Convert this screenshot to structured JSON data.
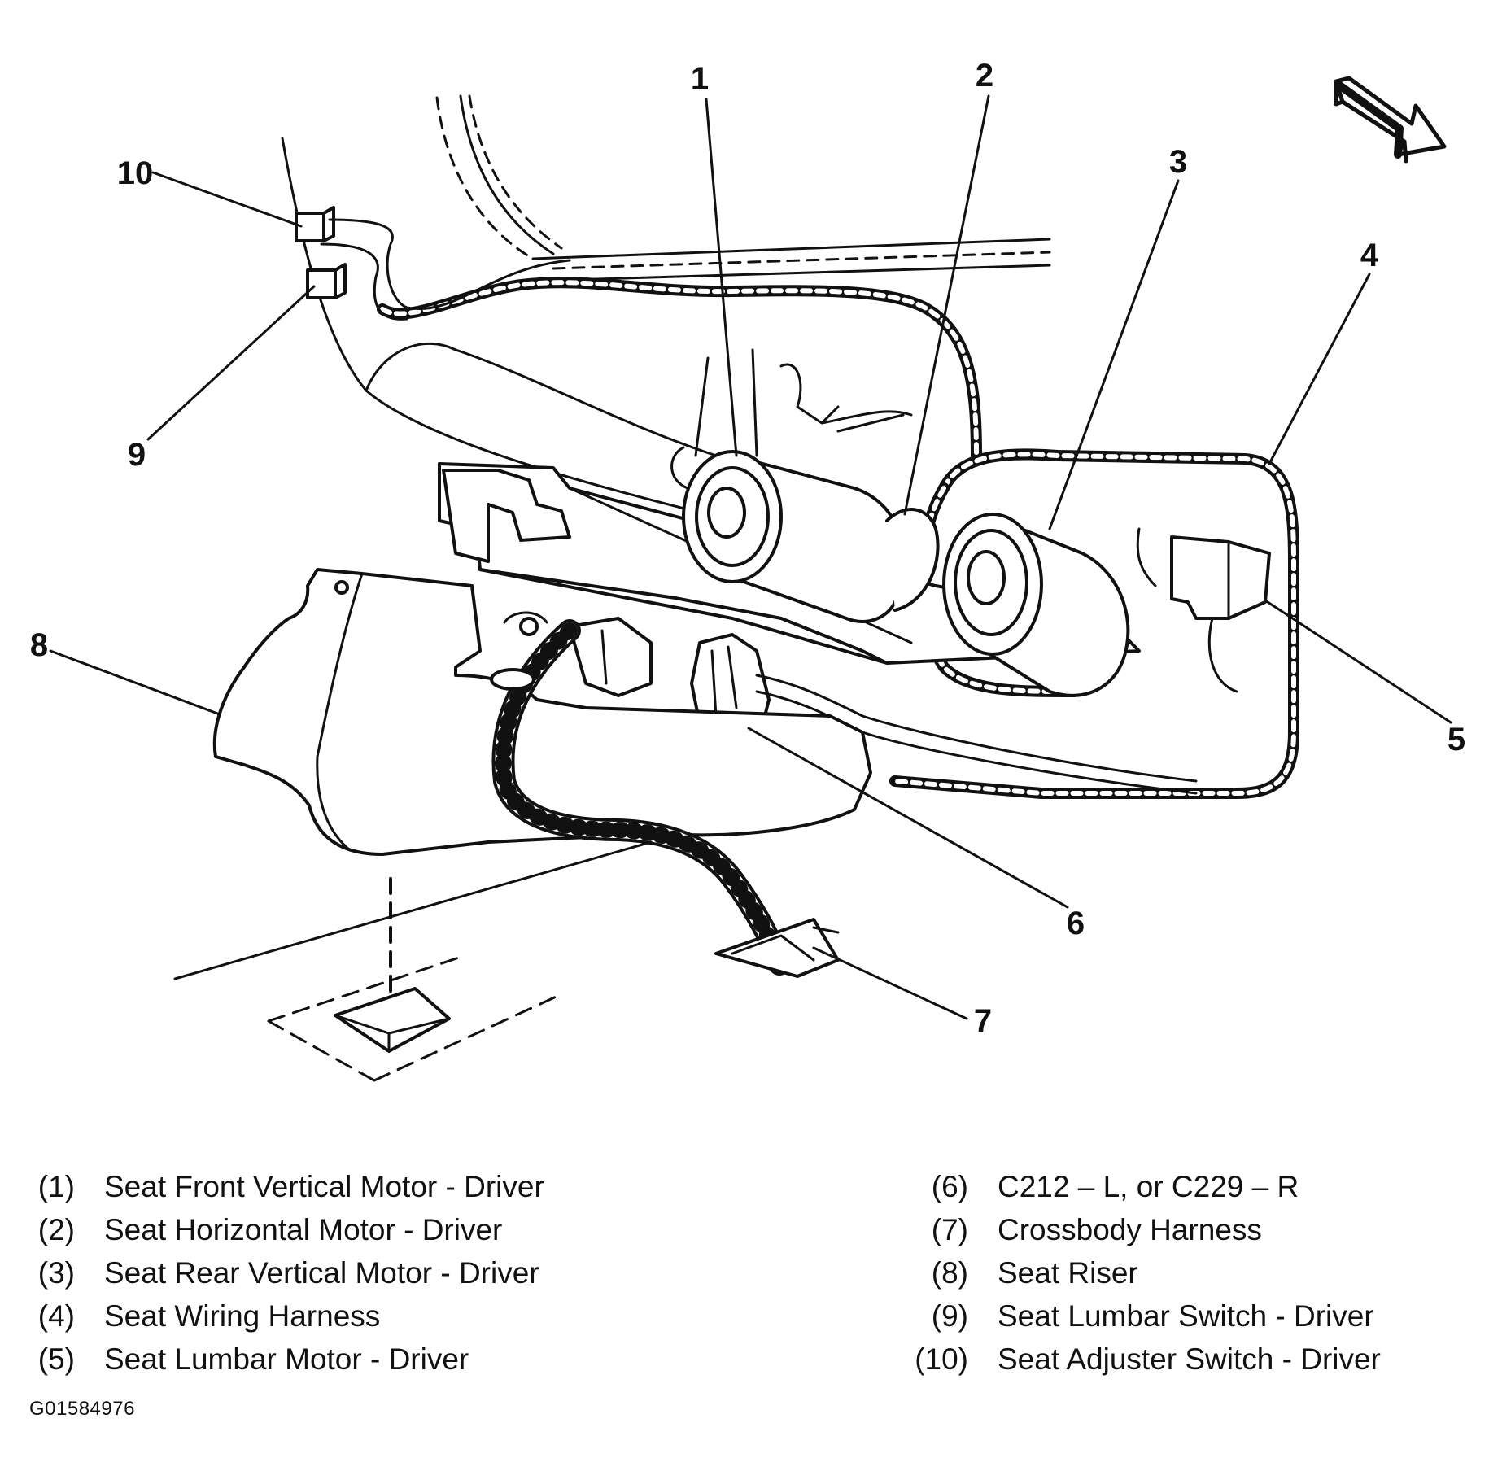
{
  "figure_id": "G01584976",
  "callouts": [
    "1",
    "2",
    "3",
    "4",
    "5",
    "6",
    "7",
    "8",
    "9",
    "10"
  ],
  "legend": {
    "left": [
      {
        "num": "(1)",
        "text": "Seat Front Vertical Motor - Driver"
      },
      {
        "num": "(2)",
        "text": "Seat Horizontal Motor - Driver"
      },
      {
        "num": "(3)",
        "text": "Seat Rear Vertical Motor - Driver"
      },
      {
        "num": "(4)",
        "text": "Seat Wiring Harness"
      },
      {
        "num": "(5)",
        "text": "Seat Lumbar Motor - Driver"
      }
    ],
    "right": [
      {
        "num": "(6)",
        "text": "C212 – L, or C229 – R"
      },
      {
        "num": "(7)",
        "text": "Crossbody Harness"
      },
      {
        "num": "(8)",
        "text": "Seat Riser"
      },
      {
        "num": "(9)",
        "text": "Seat Lumbar Switch - Driver"
      },
      {
        "num": "(10)",
        "text": "Seat Adjuster Switch - Driver"
      }
    ]
  },
  "icons": {
    "direction_arrow": "front-direction-arrow-icon"
  }
}
